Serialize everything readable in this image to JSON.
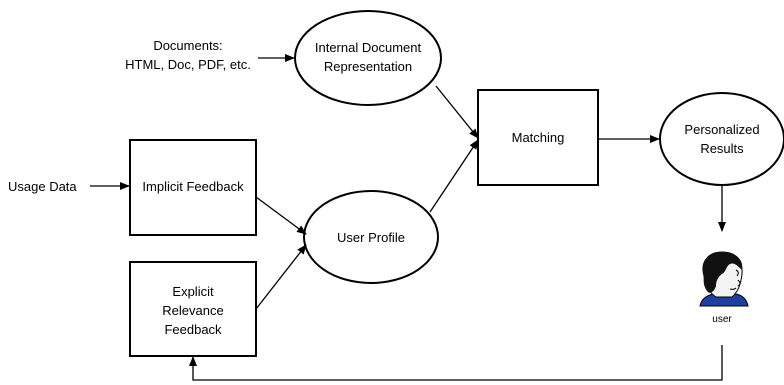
{
  "nodes": {
    "documents": {
      "line1": "Documents:",
      "line2": "HTML, Doc, PDF, etc."
    },
    "internal_doc": {
      "line1": "Internal Document",
      "line2": "Representation"
    },
    "matching": {
      "label": "Matching"
    },
    "personalized": {
      "line1": "Personalized",
      "line2": "Results"
    },
    "usage": {
      "label": "Usage Data"
    },
    "implicit": {
      "label": "Implicit Feedback"
    },
    "user_profile": {
      "label": "User Profile"
    },
    "explicit": {
      "line1": "Explicit",
      "line2": "Relevance",
      "line3": "Feedback"
    },
    "user": {
      "label": "user"
    }
  },
  "colors": {
    "stroke": "#000000",
    "hair": "#111111",
    "skin": "#f3f3f3",
    "shirt": "#1f3f9f"
  }
}
